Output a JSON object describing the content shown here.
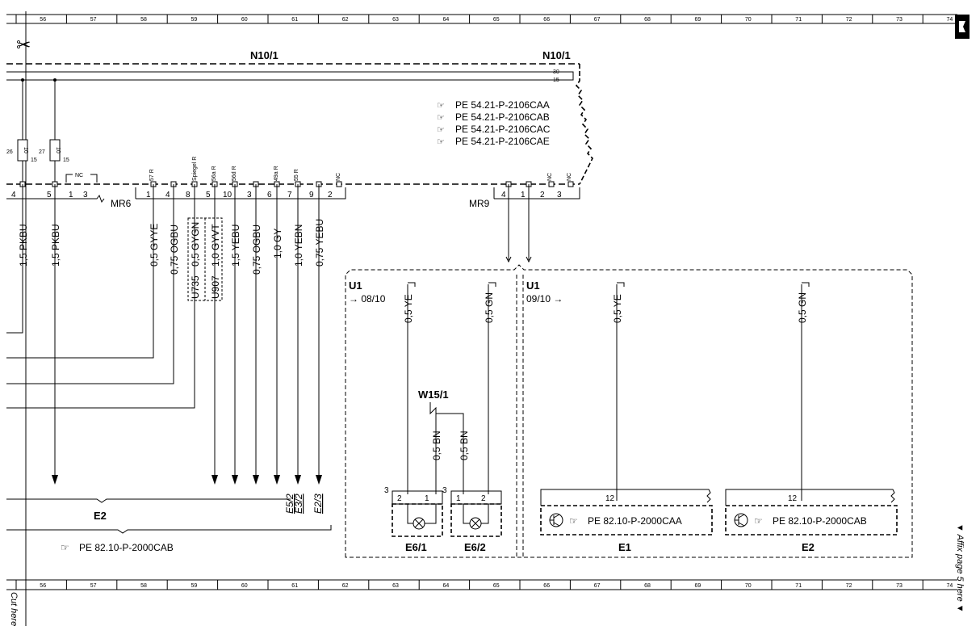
{
  "ruler": {
    "columns": [
      "56",
      "57",
      "58",
      "59",
      "60",
      "61",
      "62",
      "63",
      "64",
      "65",
      "66",
      "67",
      "68",
      "69",
      "70",
      "71",
      "72",
      "73",
      "74"
    ]
  },
  "page": {
    "cut_here": "Cut here",
    "affix_here": "▼ Affix page 5 here ▼"
  },
  "control_unit": {
    "label_left": "N10/1",
    "label_right": "N10/1",
    "rail_30": "30",
    "rail_15": "15",
    "references": [
      "PE 54.21-P-2106CAA",
      "PE 54.21-P-2106CAB",
      "PE 54.21-P-2106CAC",
      "PE 54.21-P-2106CAE"
    ]
  },
  "fuses": [
    {
      "number": "26",
      "rating": "10",
      "terminal": "15"
    },
    {
      "number": "27",
      "rating": "10",
      "terminal": "15"
    }
  ],
  "connector_mr6": {
    "name": "MR6",
    "pins": [
      "4",
      "5",
      "1",
      "3",
      "1",
      "4",
      "8",
      "5",
      "10",
      "3",
      "6",
      "7",
      "9",
      "2"
    ],
    "nc_label": "NC",
    "signal_labels": [
      "57 R",
      "Spiegel R",
      "56a R",
      "56d R",
      "49a R",
      "55 R",
      "NC"
    ]
  },
  "connector_mr9": {
    "name": "MR9",
    "pins": [
      "4",
      "1",
      "2",
      "3"
    ],
    "nc_labels": [
      "NC",
      "NC"
    ]
  },
  "wires": [
    "1,5 PKBU",
    "1,5 PKBU",
    "0,5 GYYE",
    "0,75 OGBU",
    "0,5 GYGN",
    "1,0 GYVT",
    "1,5 YEBU",
    "0,75 OGBU",
    "1,0 GY",
    "1,0 YEBN",
    "0,75 YEBU"
  ],
  "splices": [
    "U735",
    "U907"
  ],
  "ground_refs": [
    "E5/2",
    "E3/2",
    "E2/3"
  ],
  "left_group": {
    "label": "E2",
    "reference": "PE 82.10-P-2000CAB"
  },
  "u1_left": {
    "label": "U1",
    "page_ref": "→ 08/10",
    "wire_ye": "0,5 YE",
    "wire_gn": "0,5 GN",
    "ground_point": "W15/1",
    "wire_bn_1": "0,5 BN",
    "wire_bn_2": "0,5 BN",
    "lamp_pin_count": "3",
    "lamps": [
      {
        "name": "E6/1",
        "pins": [
          "2",
          "1"
        ]
      },
      {
        "name": "E6/2",
        "pins": [
          "1",
          "2"
        ]
      }
    ]
  },
  "u1_right": {
    "label": "U1",
    "page_ref": "09/10 →",
    "wire_ye": "0,5 YE",
    "wire_gn": "0,5 GN",
    "pin": "12",
    "units": [
      {
        "name": "E1",
        "reference": "PE 82.10-P-2000CAA"
      },
      {
        "name": "E2",
        "reference": "PE 82.10-P-2000CAB"
      }
    ]
  }
}
